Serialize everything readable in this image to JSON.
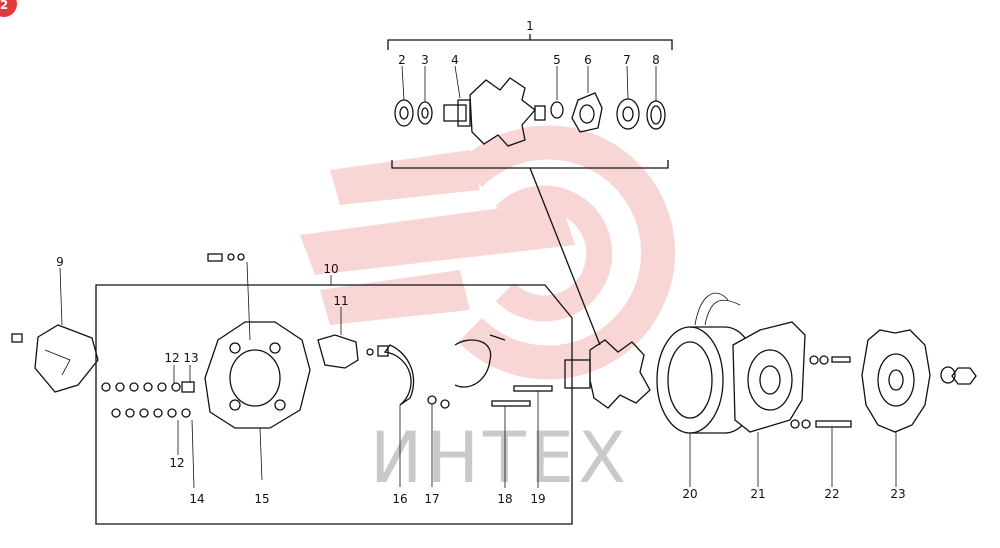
{
  "corner_badge": "2",
  "watermark": {
    "text": "ИНТЕХ",
    "logo_color": "#f4b6b6",
    "text_color": "#c9c9c9"
  },
  "badge_color": "#e23a3a",
  "callouts": {
    "c1": "1",
    "c2": "2",
    "c3": "3",
    "c4": "4",
    "c5": "5",
    "c6": "6",
    "c7": "7",
    "c8": "8",
    "c9": "9",
    "c10": "10",
    "c11": "11",
    "c12a": "12",
    "c12b": "12",
    "c13": "13",
    "c14": "14",
    "c15": "15",
    "c16": "16",
    "c17": "17",
    "c18": "18",
    "c19": "19",
    "c20": "20",
    "c21": "21",
    "c22": "22",
    "c23": "23"
  }
}
